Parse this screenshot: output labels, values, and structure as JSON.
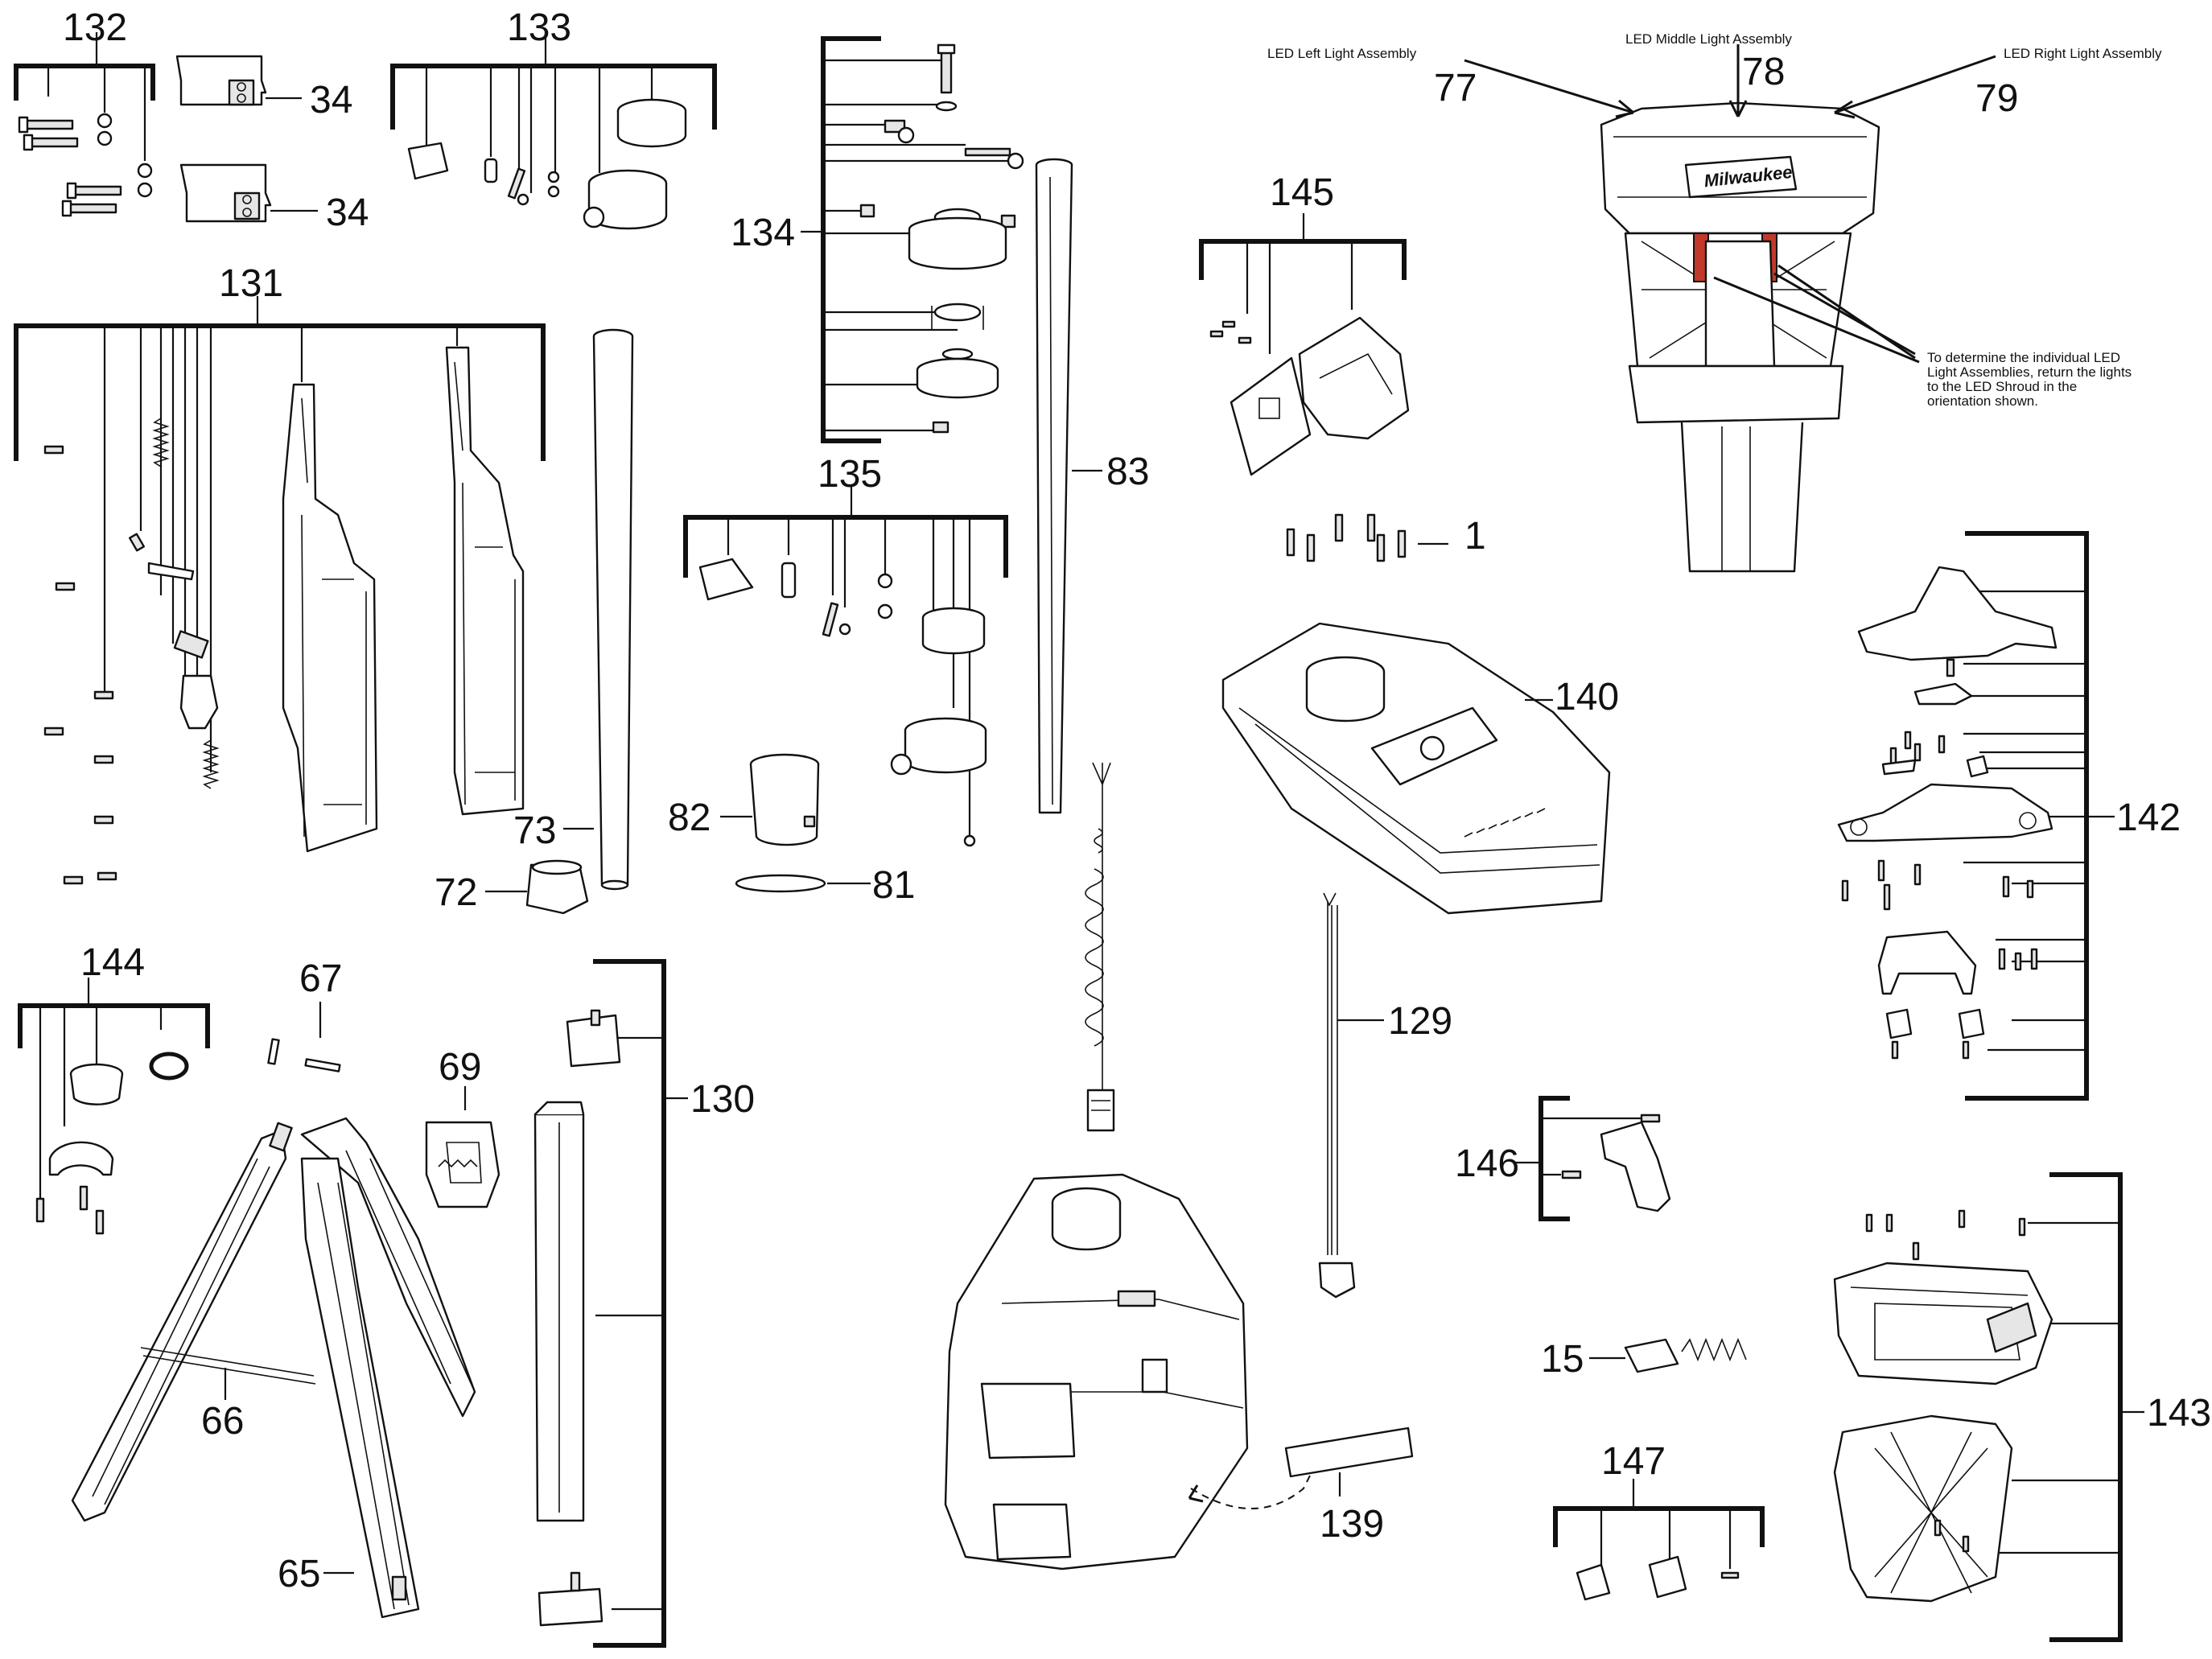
{
  "callouts": {
    "n132": "132",
    "n34a": "34",
    "n34b": "34",
    "n133": "133",
    "n131": "131",
    "n73": "73",
    "n72": "72",
    "n134": "134",
    "n83": "83",
    "n135": "135",
    "n82": "82",
    "n81": "81",
    "n145": "145",
    "n1": "1",
    "n140": "140",
    "n129": "129",
    "n77": "77",
    "n78": "78",
    "n79": "79",
    "n142": "142",
    "n146": "146",
    "n15": "15",
    "n147": "147",
    "n143": "143",
    "n144": "144",
    "n67": "67",
    "n69": "69",
    "n130": "130",
    "n66": "66",
    "n65": "65",
    "n139": "139"
  },
  "labels": {
    "led_left": "LED Left Light Assembly",
    "led_middle": "LED Middle Light Assembly",
    "led_right": "LED Right Light Assembly"
  },
  "note_lines": [
    "To determine the individual LED",
    "Light Assemblies, return the lights",
    "to the LED Shroud in the",
    "orientation shown."
  ],
  "brand": "Milwaukee",
  "colors": {
    "highlight": "#c0392b",
    "ink": "#111111"
  }
}
